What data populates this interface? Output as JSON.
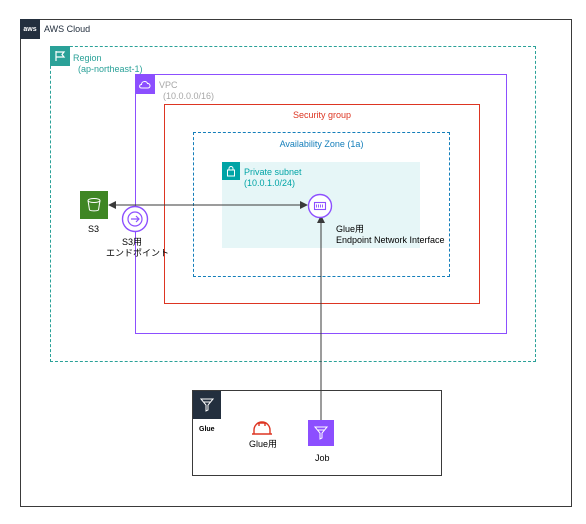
{
  "cloud": {
    "badge": "aws",
    "title": "AWS Cloud"
  },
  "region": {
    "title": "Region",
    "subtitle": "(ap-northeast-1)"
  },
  "vpc": {
    "title": "VPC",
    "subtitle": "(10.0.0.0/16)"
  },
  "security_group": {
    "title": "Security group"
  },
  "availability_zone": {
    "title": "Availability Zone (1a)"
  },
  "private_subnet": {
    "title": "Private subnet",
    "subtitle": "(10.0.1.0/24)"
  },
  "eni": {
    "label_line1": "Glue用",
    "label_line2": "Endpoint Network Interface"
  },
  "s3": {
    "label": "S3"
  },
  "s3_endpoint": {
    "label_line1": "S3用",
    "label_line2": "エンドポイント"
  },
  "glue_panel": {
    "title": "Glue",
    "role_label": "Glue用",
    "job_label": "Job"
  },
  "colors": {
    "region": "#2aa198",
    "vpc": "#8c4fff",
    "security_group": "#dd3522",
    "availability_zone": "#147eba",
    "subnet_fill": "#e6f6f7",
    "subnet_text": "#00a4a6",
    "s3": "#3f8624",
    "glue": "#8c4fff",
    "dark_tile": "#232f3e"
  },
  "icons": [
    "aws-logo-icon",
    "region-flag-icon",
    "vpc-cloud-icon",
    "lock-icon",
    "s3-bucket-icon",
    "vpc-endpoint-icon",
    "network-interface-icon",
    "glue-icon",
    "iam-role-icon",
    "glue-job-icon"
  ]
}
